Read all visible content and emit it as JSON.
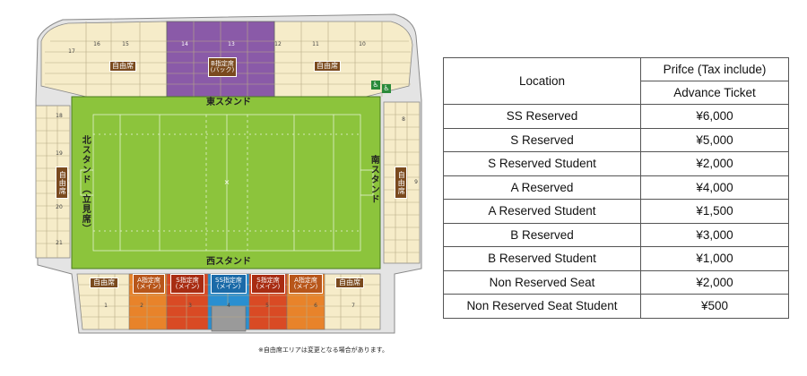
{
  "stadium": {
    "stands": {
      "east": "東スタンド",
      "west": "西スタンド",
      "north": "北スタンド（立見席）",
      "south": "南スタンド"
    },
    "zones": {
      "free": "自由席",
      "b_reserved": "B指定席\n(バック)",
      "a_main": "A指定席\n(メイン)",
      "s_main": "S指定席\n(メイン)",
      "ss_main": "SS指定席\n(メイン)"
    },
    "east_blocks": [
      "17",
      "16",
      "15",
      "14",
      "13",
      "12",
      "11",
      "10"
    ],
    "north_blocks": [
      "18",
      "19",
      "20",
      "21"
    ],
    "south_blocks": [
      "8",
      "9"
    ],
    "west_blocks": [
      "1",
      "2",
      "3",
      "4",
      "5",
      "6",
      "7"
    ],
    "accessible_icon": "wheelchair-icon",
    "note": "※自由席エリアは変更となる場合があります。",
    "colors": {
      "pitch": "#8cc43c",
      "pitch_dark": "#6e9e30",
      "seat": "#f6ecc9",
      "b_reserved": "#8a5aa8",
      "a_reserved": "#e8832a",
      "s_reserved": "#d94a24",
      "ss_reserved": "#2a8fd0",
      "free_tag": "#7a4a1e",
      "stand_bg": "#e6e6e6"
    }
  },
  "table": {
    "header": {
      "location": "Location",
      "price": "Prifce (Tax include)",
      "advance": "Advance Ticket"
    },
    "rows": [
      {
        "location": "SS Reserved",
        "price": "¥6,000"
      },
      {
        "location": "S Reserved",
        "price": "¥5,000"
      },
      {
        "location": "S Reserved Student",
        "price": "¥2,000"
      },
      {
        "location": "A Reserved",
        "price": "¥4,000"
      },
      {
        "location": "A Reserved Student",
        "price": "¥1,500"
      },
      {
        "location": "B Reserved",
        "price": "¥3,000"
      },
      {
        "location": "B Reserved Student",
        "price": "¥1,000"
      },
      {
        "location": "Non Reserved Seat",
        "price": "¥2,000"
      },
      {
        "location": "Non Reserved Seat Student",
        "price": "¥500"
      }
    ]
  }
}
